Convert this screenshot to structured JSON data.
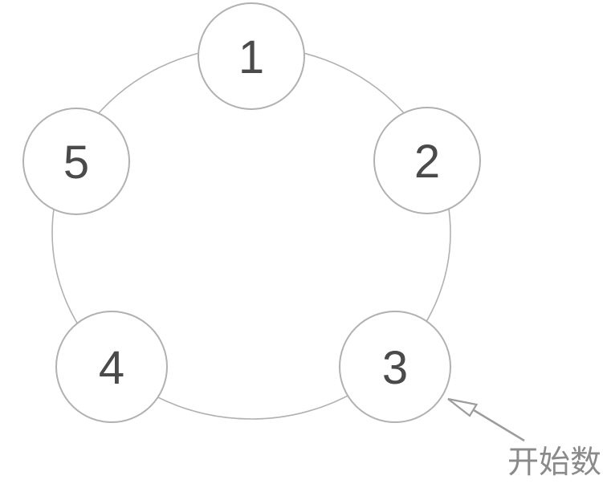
{
  "diagram": {
    "type": "ring-of-nodes",
    "nodes": [
      {
        "id": "1",
        "label": "1"
      },
      {
        "id": "2",
        "label": "2"
      },
      {
        "id": "3",
        "label": "3"
      },
      {
        "id": "4",
        "label": "4"
      },
      {
        "id": "5",
        "label": "5"
      }
    ],
    "node_order": "clockwise-from-top",
    "annotation": {
      "label": "开始数",
      "target_node": "3"
    },
    "colors": {
      "background": "#ffffff",
      "ring_stroke": "#b1b1b1",
      "circle_stroke": "#b1b1b1",
      "node_fill": "#ffffff",
      "number_text": "#4a4a4a",
      "arrow": "#9c9c9c",
      "annotation_text": "#8a8a8a"
    }
  }
}
